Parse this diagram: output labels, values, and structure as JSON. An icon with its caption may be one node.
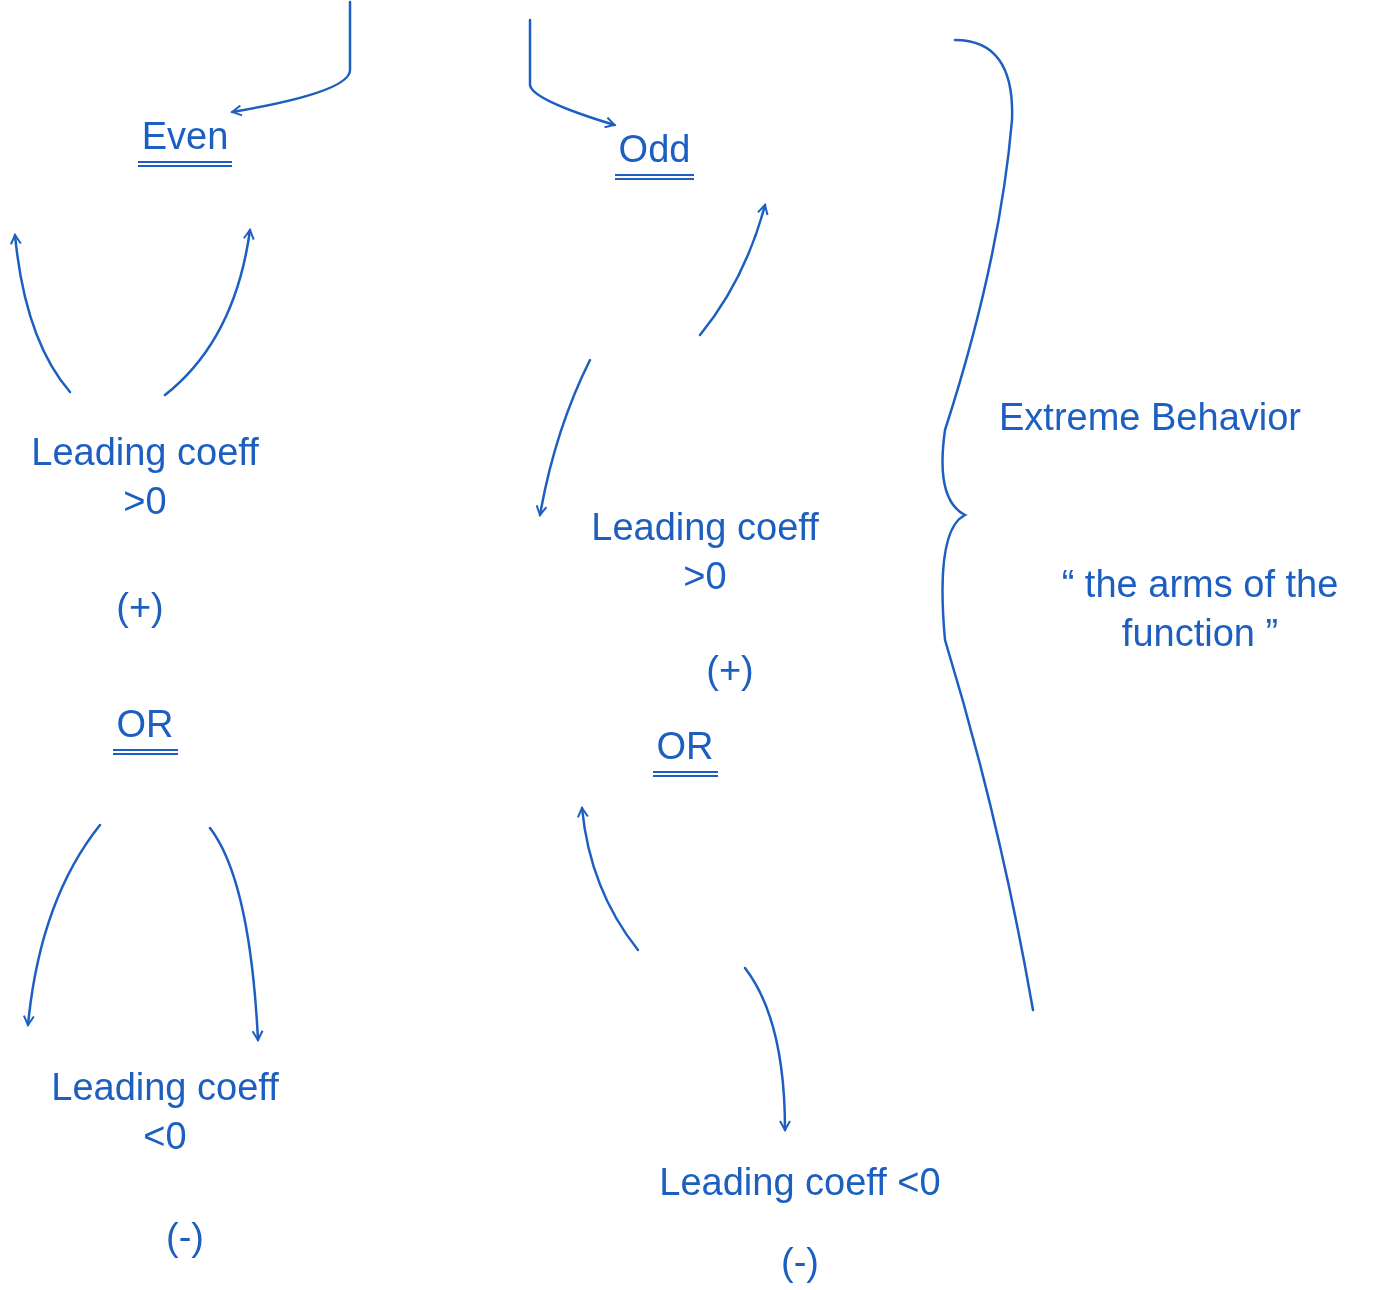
{
  "diagram": {
    "nodes": [
      {
        "text": [
          "Even"
        ]
      },
      {
        "text": [
          "Odd"
        ]
      }
    ],
    "edges": [
      {
        "from": null,
        "to": 0,
        "arrow": "to"
      },
      {
        "from": null,
        "to": 1,
        "arrow": "to"
      }
    ],
    "labels": [
      "Leading coeff >0",
      "(+)",
      "OR",
      "Leading coeff <0",
      "(-)",
      "Leading coeff >0",
      "(+)",
      "OR",
      "Leading coeff <0",
      "(-)",
      "Extreme Behavior",
      "“ the arms of the function ”"
    ]
  }
}
